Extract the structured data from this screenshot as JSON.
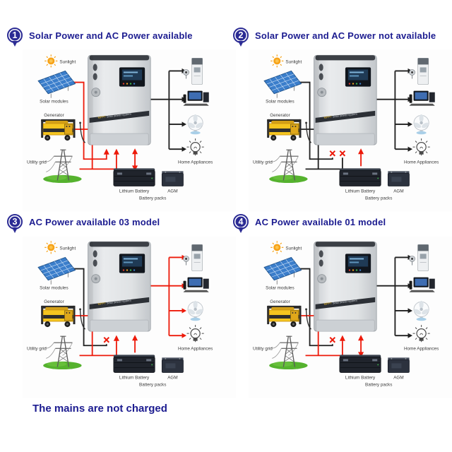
{
  "colors": {
    "title": "#1c1c90",
    "note": "#1c1c90",
    "red": "#ed1a0a",
    "black": "#1f1f1f",
    "pin_blue": "#2b2b94"
  },
  "labels": {
    "sunlight": "Sunlight",
    "solar_modules": "Solar modules",
    "generator": "Generator",
    "utility_grid": "Utility grid",
    "lithium_battery": "Lithium Battery",
    "agm": "AGM",
    "battery_packs": "Battery packs",
    "home_appliances": "Home Appliances",
    "inverter_brand": "MPPT Solar power system"
  },
  "panels": [
    {
      "number": "1",
      "title": "Solar Power and AC Power available",
      "solar_line": {
        "color": "red",
        "end": "arrow"
      },
      "ac_line": {
        "color": "red",
        "end": "arrow"
      },
      "battery_arrow": "both",
      "appliance_line": "black",
      "note": ""
    },
    {
      "number": "2",
      "title": "Solar Power and AC Power not available",
      "solar_line": {
        "color": "black",
        "end": "x"
      },
      "ac_line": {
        "color": "black",
        "end": "x"
      },
      "battery_arrow": "up",
      "appliance_line": "black",
      "note": ""
    },
    {
      "number": "3",
      "title": "AC Power available 03 model",
      "solar_line": {
        "color": "black",
        "end": "x"
      },
      "ac_line": {
        "color": "red",
        "end": "arrow"
      },
      "battery_arrow": "up",
      "appliance_line": "red",
      "note": "The mains are not charged"
    },
    {
      "number": "4",
      "title": "AC Power available 01 model",
      "solar_line": {
        "color": "black",
        "end": "x"
      },
      "ac_line": {
        "color": "red",
        "end": "arrow"
      },
      "battery_arrow": "both",
      "appliance_line": "black",
      "note": ""
    }
  ]
}
